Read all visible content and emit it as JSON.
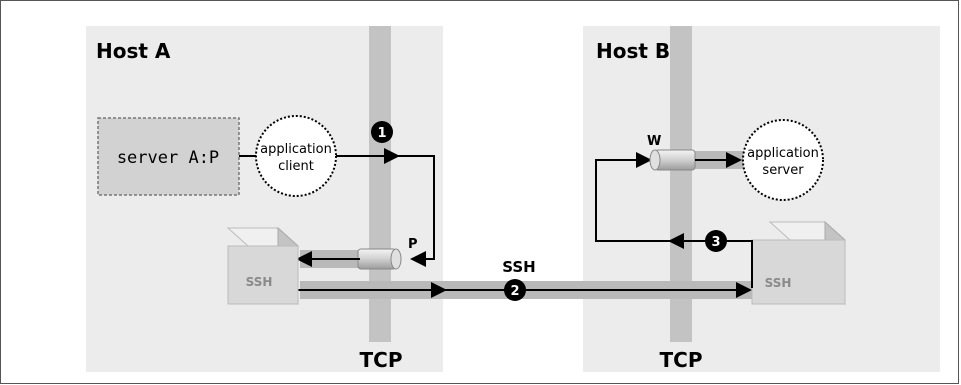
{
  "host_a": {
    "label": "Host A",
    "tcp_label": "TCP"
  },
  "host_b": {
    "label": "Host B",
    "tcp_label": "TCP"
  },
  "server_box": {
    "text": "server A:P"
  },
  "app_client": {
    "line1": "application",
    "line2": "client"
  },
  "app_server": {
    "line1": "application",
    "line2": "server"
  },
  "ssh_boxes": {
    "left": "SSH",
    "right": "SSH"
  },
  "port_labels": {
    "p": "P",
    "w": "W"
  },
  "ssh_link_label": "SSH",
  "steps": [
    "1",
    "2",
    "3"
  ],
  "colors": {
    "host_bg": "#ececec",
    "tcp_bar": "#c3c3c3",
    "tunnel": "#b9b9b9",
    "box_face": "#d8d8d8",
    "server_box_fill": "#d2d2d2"
  }
}
